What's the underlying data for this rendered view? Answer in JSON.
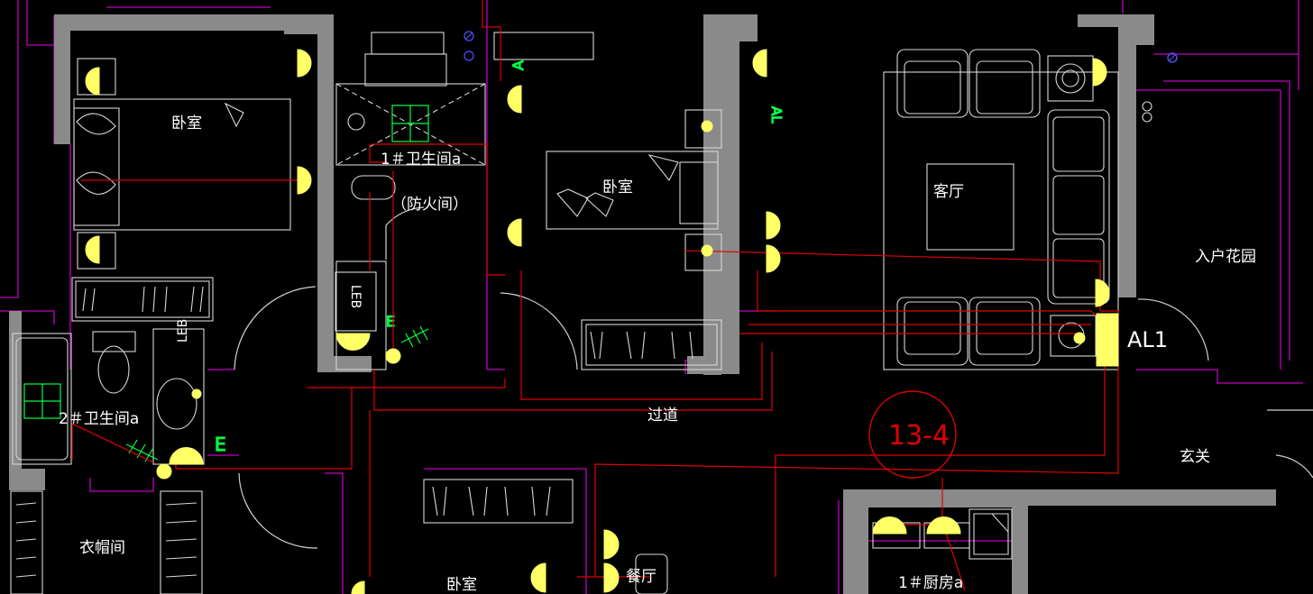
{
  "labels": {
    "bedroom_nw": "卧室",
    "bathroom1": "1＃卫生间a",
    "fire_room": "（防火间）",
    "bedroom_center": "卧室",
    "living_room": "客厅",
    "entry_garden": "入户花园",
    "panel_tag": "AL1",
    "bathroom2": "2＃卫生间a",
    "corridor": "过道",
    "foyer": "玄关",
    "cloakroom": "衣帽间",
    "bedroom_south": "卧室",
    "dining": "餐厅",
    "kitchen": "1＃厨房a",
    "stamp": "13-4",
    "leb_bath1": "LEB",
    "leb_bath2": "LEB",
    "circuit_e1": "E",
    "circuit_e2": "E",
    "circuit_a1": "A",
    "circuit_al": "AL"
  },
  "colors": {
    "background": "#000000",
    "wall": "#8a8a8a",
    "wall_edge": "#c000c0",
    "furniture": "#d8d8d8",
    "wiring": "#e00000",
    "lamp": "#ffff66",
    "panel": "#ffff66",
    "fixture_green": "#00ff40",
    "text": "#ffffff"
  }
}
